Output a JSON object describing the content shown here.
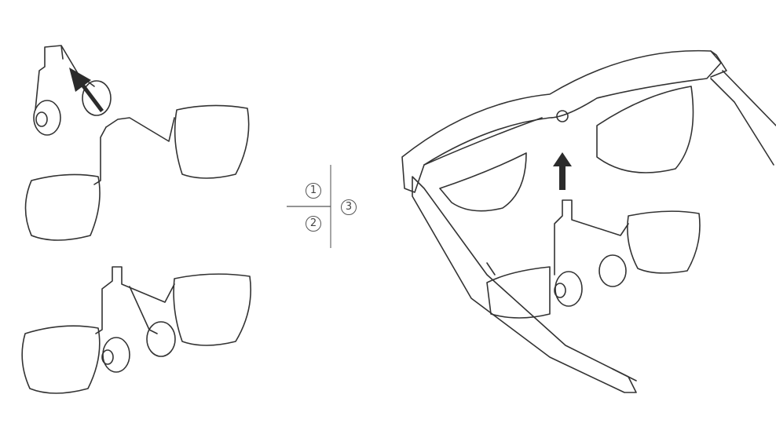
{
  "steps": {
    "step1": "1",
    "step2": "2",
    "step3": "3"
  },
  "colors": {
    "line": "#333333",
    "arrow": "#2b2b2b"
  }
}
